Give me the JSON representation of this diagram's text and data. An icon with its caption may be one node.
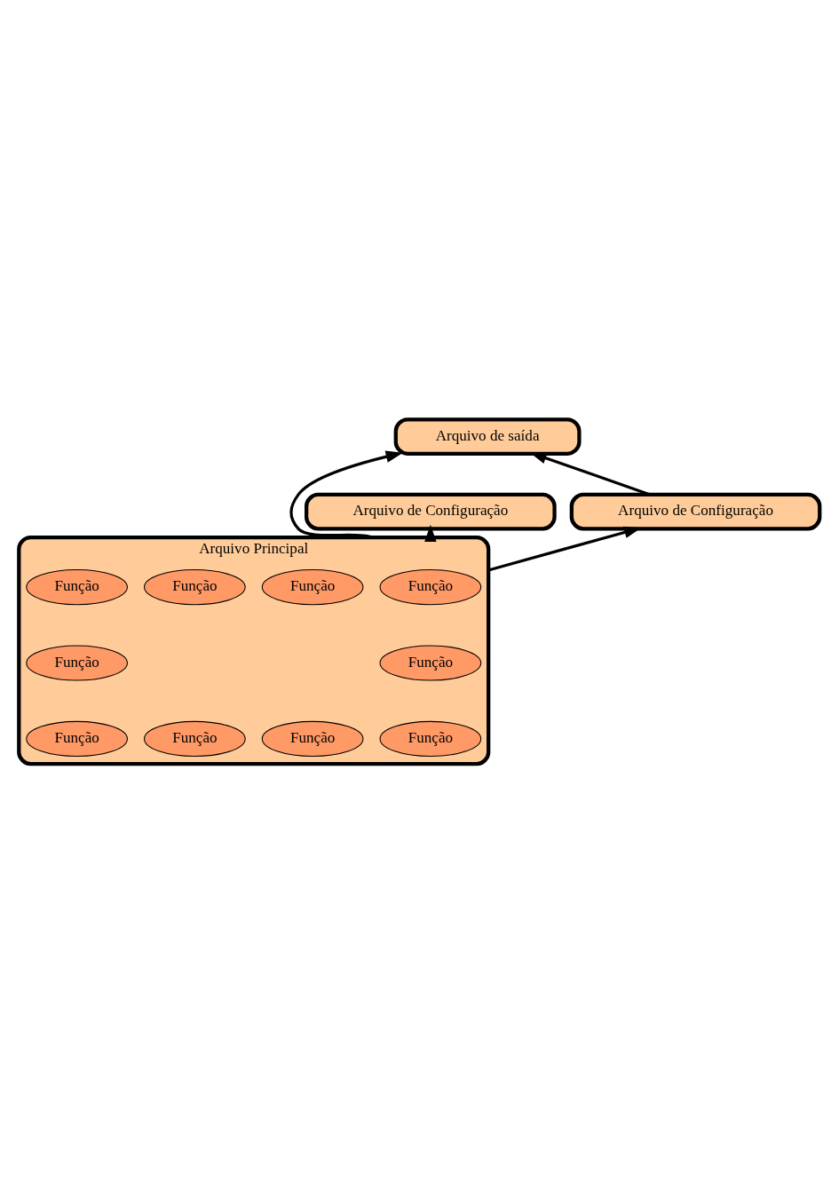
{
  "diagram": {
    "nodes": [
      {
        "text": [
          "Arquivo de saída"
        ]
      },
      {
        "text": [
          "Arquivo de Configuração"
        ]
      },
      {
        "text": [
          "Arquivo Principal"
        ]
      },
      {
        "text": [
          "Função"
        ],
        "in": 2
      },
      {
        "text": [
          "Função"
        ],
        "in": 2
      },
      {
        "text": [
          "Função"
        ],
        "in": 2
      },
      {
        "text": [
          "Função"
        ],
        "in": 2
      },
      {
        "text": [
          "Função"
        ],
        "in": 2
      },
      {
        "text": [
          "Função"
        ],
        "in": 2
      },
      {
        "text": [
          "Função"
        ],
        "in": 2
      },
      {
        "text": [
          "Função"
        ],
        "in": 2
      },
      {
        "text": [
          "Função"
        ],
        "in": 2
      },
      {
        "text": [
          "Função"
        ],
        "in": 2
      },
      {
        "text": [
          "Arquivo de Configuração"
        ]
      }
    ],
    "edges": [
      {
        "from": 2,
        "to": 0,
        "arrow": "to"
      },
      {
        "from": 2,
        "to": 1,
        "arrow": "to",
        "style": "dashed"
      },
      {
        "from": 2,
        "to": 13,
        "arrow": "to"
      },
      {
        "from": 13,
        "to": 0,
        "arrow": "to"
      }
    ]
  }
}
